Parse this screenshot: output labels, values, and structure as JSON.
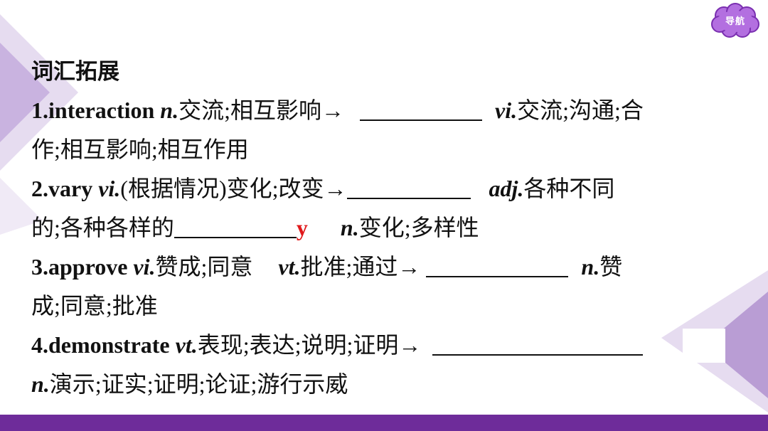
{
  "nav_button": {
    "label": "导航"
  },
  "colors": {
    "accent": "#6e2c9a",
    "lavender": "#c9b3e0",
    "answer": "#e0191b"
  },
  "section_title": "词汇拓展",
  "items": [
    {
      "line1": {
        "num_word": "1.interaction",
        "pos1": "n.",
        "meaning1": "交流;相互影响→",
        "pos2": "vi.",
        "meaning2": "交流;沟通;合"
      },
      "line2": {
        "text": "作;相互影响;相互作用"
      }
    },
    {
      "line1": {
        "num_word": "2.vary",
        "pos1": "vi.",
        "meaning1": "(根据情况)变化;改变→",
        "pos2": "adj.",
        "meaning2": "各种不同"
      },
      "line2": {
        "text_before": "的;各种各样的",
        "answer": "y",
        "pos": "n.",
        "text_after": "变化;多样性"
      }
    },
    {
      "line1": {
        "num_word": "3.approve",
        "pos1": "vi.",
        "meaning1": "赞成;同意",
        "pos2": "vt.",
        "meaning2": "批准;通过→",
        "pos3": "n.",
        "meaning3": "赞"
      },
      "line2": {
        "text": "成;同意;批准"
      }
    },
    {
      "line1": {
        "num_word": "4.demonstrate",
        "pos1": "vt.",
        "meaning1": "表现;表达;说明;证明→"
      },
      "line2": {
        "pos": "n.",
        "text": "演示;证实;证明;论证;游行示威"
      }
    }
  ]
}
